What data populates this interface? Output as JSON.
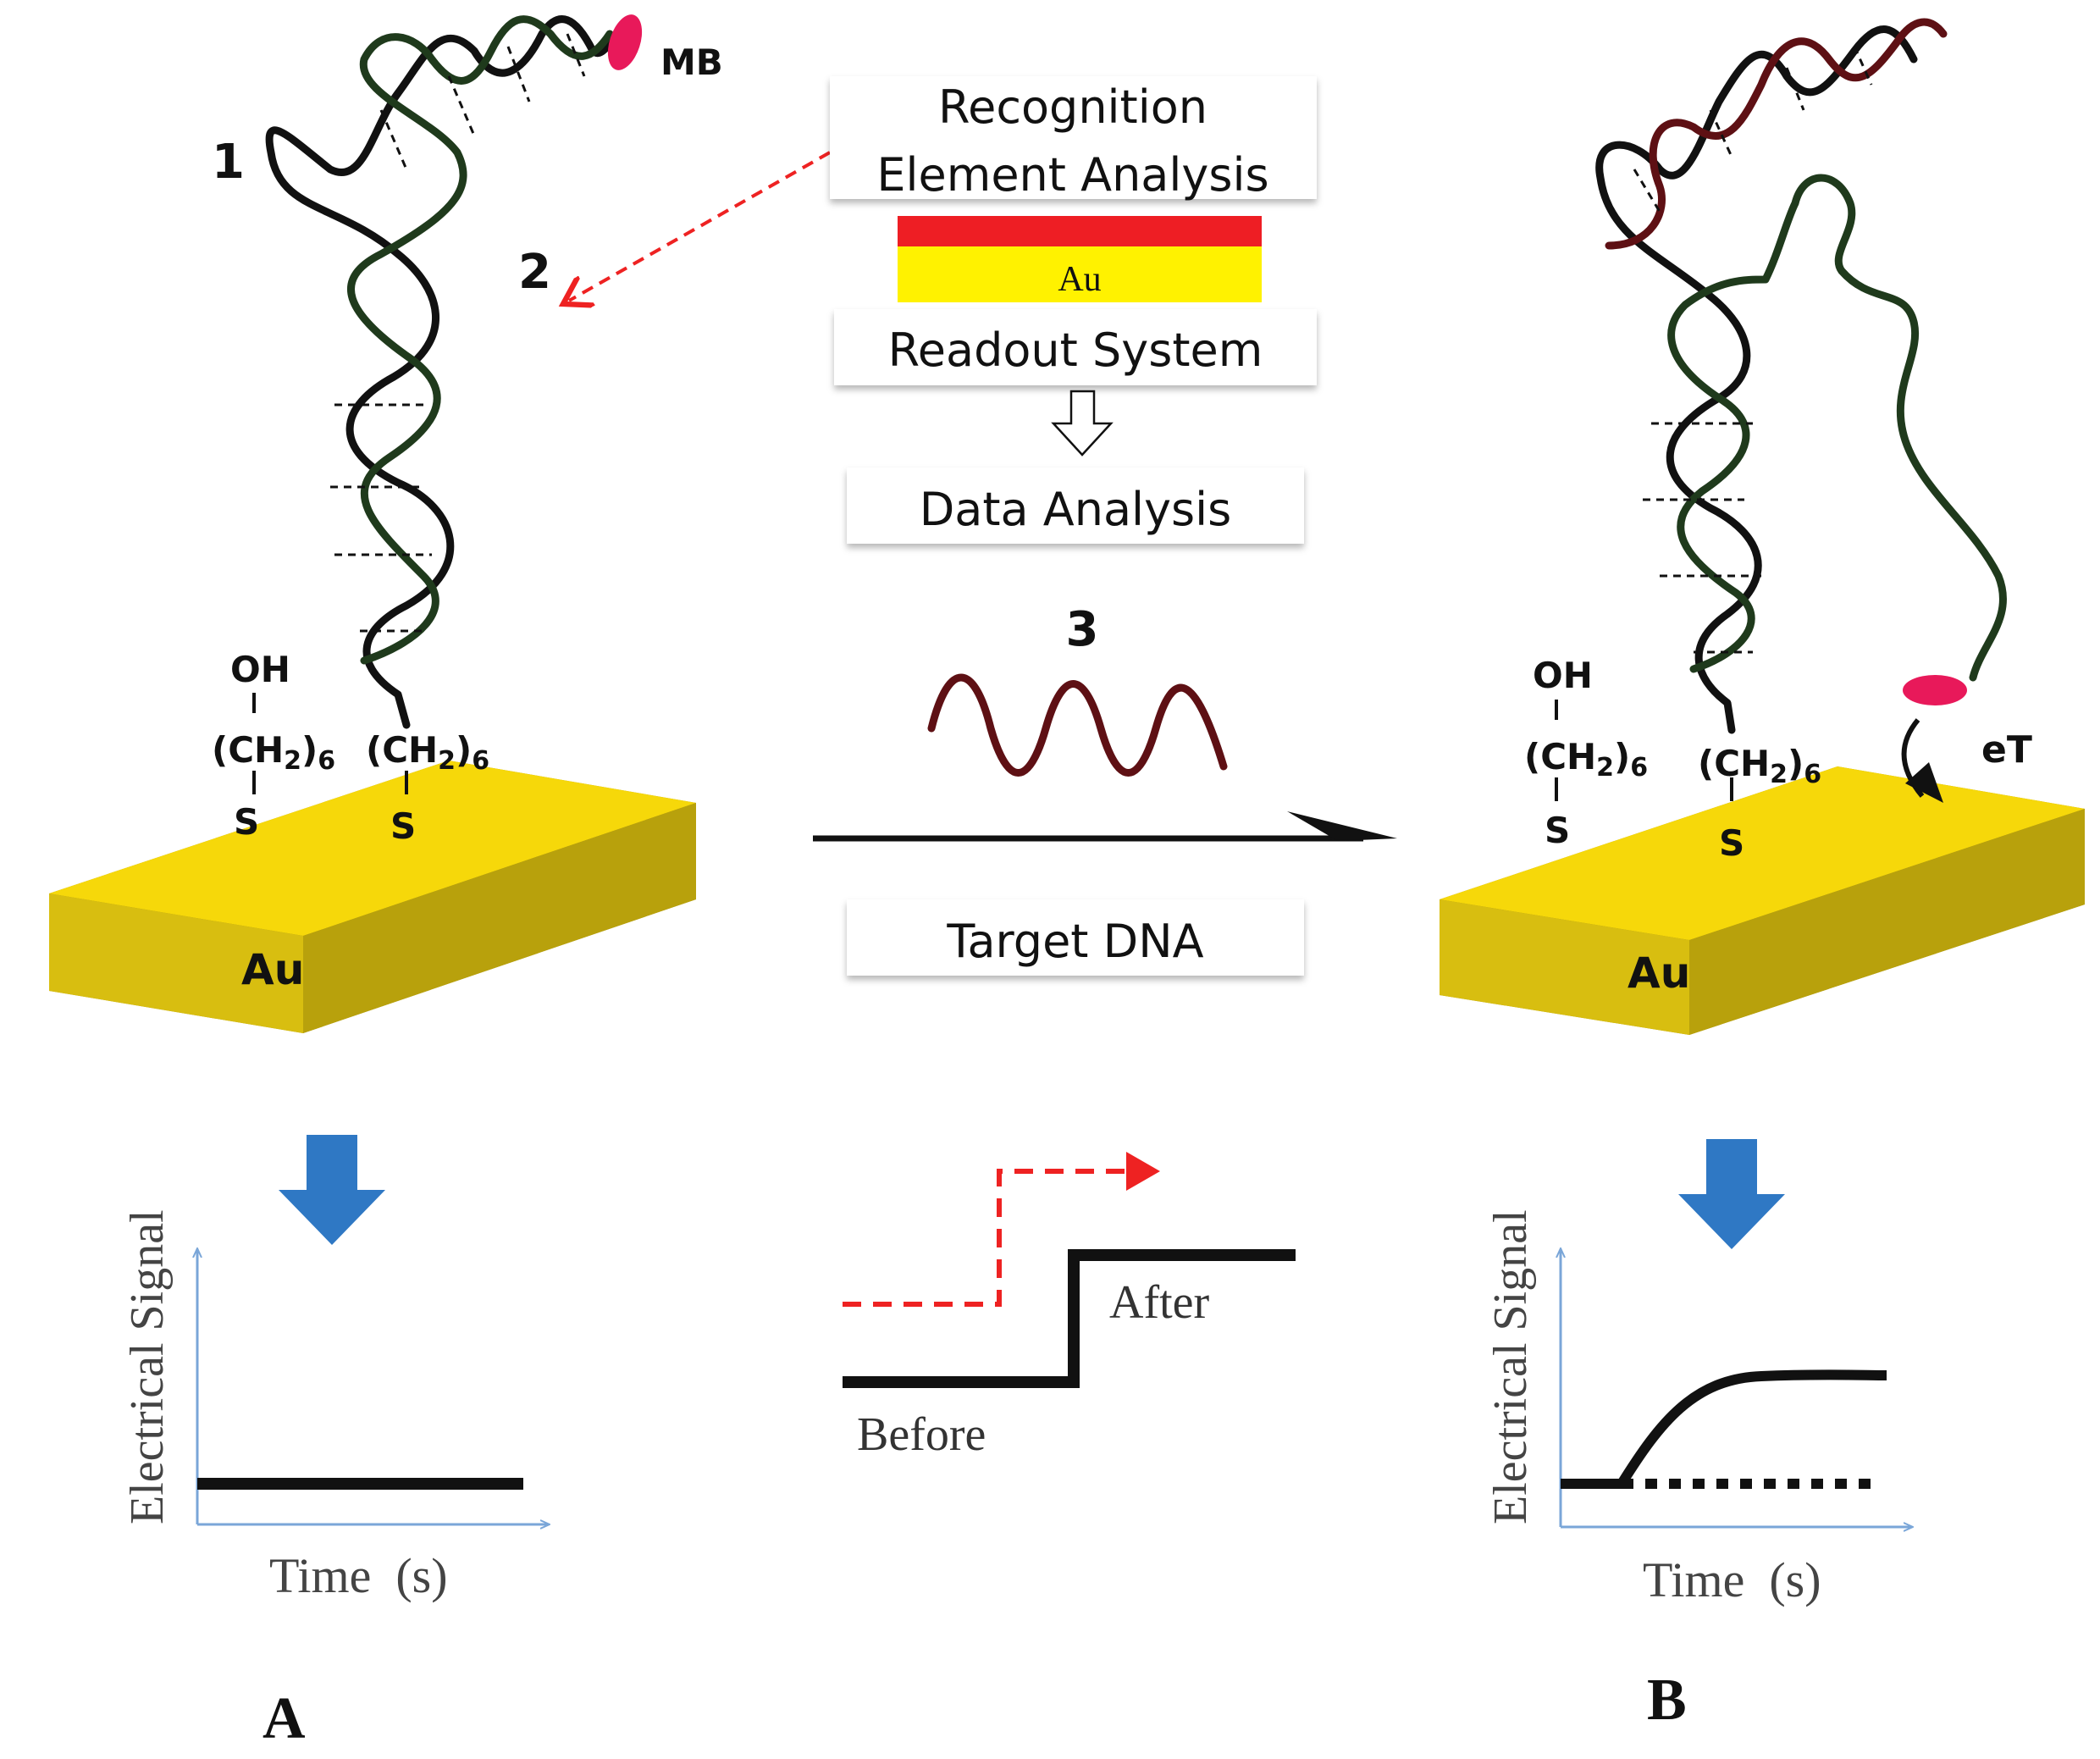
{
  "flow": {
    "recognition": "Recognition",
    "element_analysis": "Element Analysis",
    "au_layer": "Au",
    "readout": "Readout System",
    "data_analysis": "Data Analysis",
    "step3": "3",
    "target": "Target DNA"
  },
  "left": {
    "mb": "MB",
    "strand1": "1",
    "strand2": "2",
    "oh": "OH",
    "ch2_a": "(CH",
    "ch2_a_sub": "2",
    "ch2_a_tail": ")",
    "ch2_a_six": "6",
    "ch2_b": "(CH",
    "ch2_b_sub": "2",
    "ch2_b_tail": ")",
    "ch2_b_six": "6",
    "s1": "S",
    "s2": "S",
    "au": "Au",
    "panel": "A"
  },
  "right": {
    "oh": "OH",
    "ch2_a": "(CH",
    "ch2_a_sub": "2",
    "ch2_a_tail": ")",
    "ch2_a_six": "6",
    "ch2_b": "(CH",
    "ch2_b_sub": "2",
    "ch2_b_tail": ")",
    "ch2_b_six": "6",
    "s1": "S",
    "s2": "S",
    "au": "Au",
    "et": "eT",
    "panel": "B"
  },
  "graphs": {
    "left_ylabel": "Electrical Signal",
    "left_xlabel": "Time  (s)",
    "right_ylabel": "Electrical Signal",
    "right_xlabel": "Time  (s)",
    "after": "After",
    "before": "Before"
  },
  "colors": {
    "gold_top": "#f6d80a",
    "gold_front": "#d8be10",
    "gold_side": "#a79410",
    "strand_black": "#111111",
    "strand_green": "#1f3a1c",
    "strand_target": "#5e1014",
    "mb_pink": "#e8195a",
    "arrow_blue": "#2f78c4",
    "axis_blue": "#7aa6d8",
    "red_layer": "#ee1e24",
    "yellow_layer": "#fff200",
    "dash_red": "#ee2222"
  }
}
